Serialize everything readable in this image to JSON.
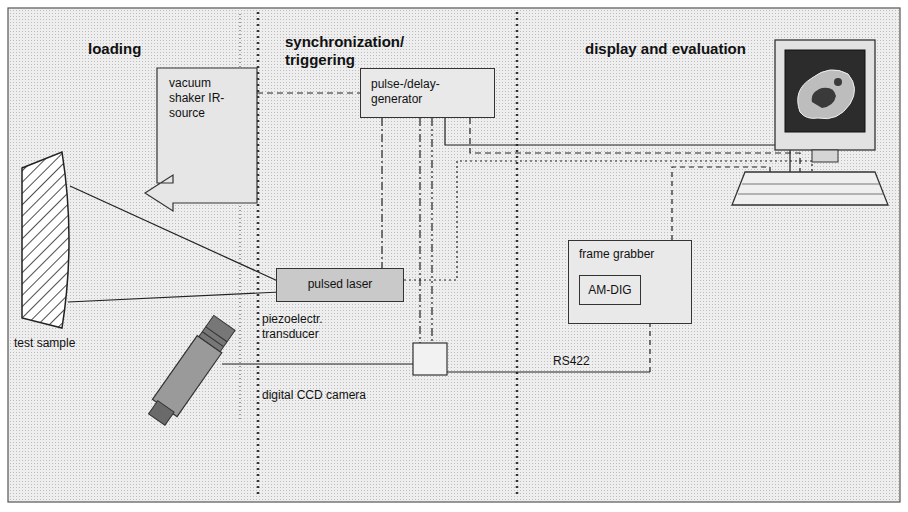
{
  "diagram": {
    "nodes": [
      {
        "text": [
          "vacuum shaker IR-source"
        ]
      },
      {
        "text": [
          "pulse-/delay- generator"
        ]
      },
      {
        "text": [
          "pulsed laser"
        ]
      },
      {
        "text": [
          "frame grabber"
        ]
      },
      {
        "text": [
          "AM-DIG"
        ],
        "in": 3
      }
    ],
    "edges": [
      {
        "from": 0,
        "to": 1,
        "arrow": "none"
      },
      {
        "from": 1,
        "to": 2,
        "arrow": "none"
      }
    ],
    "labels": [
      "loading",
      "synchronization/ triggering",
      "display and evaluation",
      "test sample",
      "piezoelectr. transducer",
      "digital CCD camera",
      "RS422"
    ]
  }
}
